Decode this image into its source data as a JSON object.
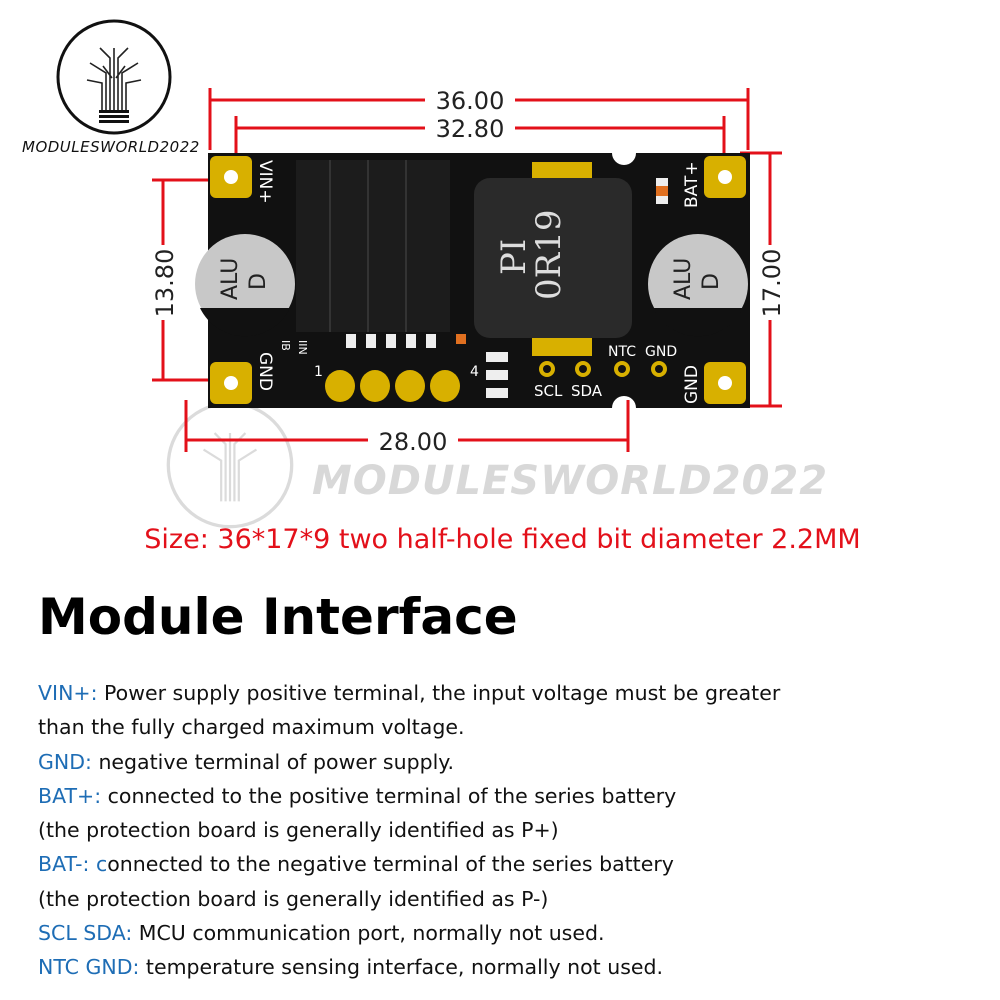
{
  "brand": {
    "name": "MODULESWORLD2022",
    "watermark": "MODULESWORLD2022"
  },
  "colors": {
    "dimension": "#e3101a",
    "label": "#1e6db5",
    "board": "#111111",
    "pad": "#d8b000"
  },
  "dimensions": {
    "overall_length": "36.00",
    "hole_spacing": "32.80",
    "left_height": "13.80",
    "right_height": "17.00",
    "bottom_length": "28.00"
  },
  "board": {
    "vin_label": "VIN+",
    "gnd_left_label": "GND",
    "bat_label": "BAT+",
    "gnd_right_label": "GND",
    "inductor_line1": "PI",
    "inductor_line2": "0R19",
    "cap_brand": "ALU",
    "cap_mark": "D",
    "scl": "SCL",
    "sda": "SDA",
    "ntc": "NTC",
    "gnd_small": "GND",
    "led_first": "1",
    "led_last": "4",
    "iin": "IIN",
    "ib": "IB"
  },
  "size_text": "Size: 36*17*9 two half-hole fixed bit diameter 2.2MM",
  "heading": "Module Interface",
  "interface": [
    {
      "key": "VIN+:",
      "text": " Power supply positive terminal, the input voltage must be greater"
    },
    {
      "key": "",
      "text": "than the fully charged maximum voltage."
    },
    {
      "key": "GND:",
      "text": " negative terminal of power supply."
    },
    {
      "key": "BAT+:",
      "text": " connected to the positive terminal of the series battery"
    },
    {
      "key": "",
      "text": "(the protection board is generally identified as P+)"
    },
    {
      "key": "BAT-: c",
      "text": "onnected to the negative terminal of the series battery"
    },
    {
      "key": "",
      "text": "(the protection board is generally identified as P-)"
    },
    {
      "key": "SCL SDA:",
      "text": " MCU communication port, normally not used."
    },
    {
      "key": "NTC GND:",
      "text": " temperature sensing interface, normally not used."
    }
  ]
}
